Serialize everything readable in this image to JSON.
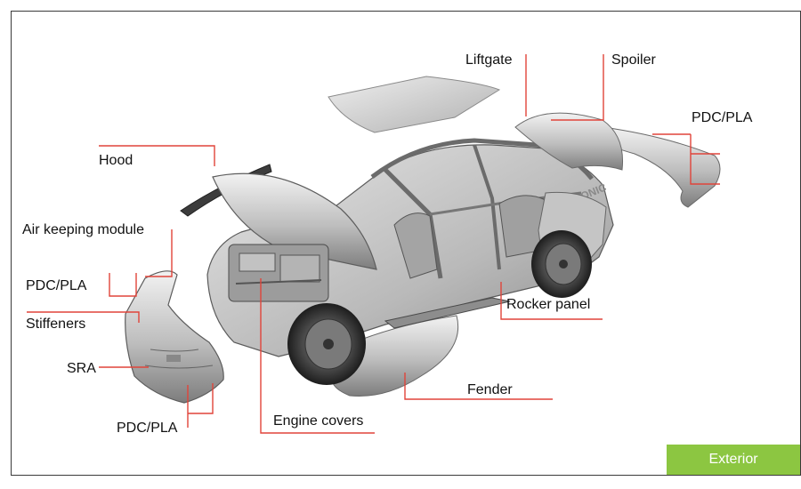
{
  "labels": {
    "liftgate": "Liftgate",
    "spoiler": "Spoiler",
    "pdc_pla_rear": "PDC/PLA",
    "hood": "Hood",
    "air_keeping_module": "Air keeping module",
    "pdc_pla_front_upper": "PDC/PLA",
    "stiffeners": "Stiffeners",
    "sra": "SRA",
    "pdc_pla_front_lower": "PDC/PLA",
    "engine_covers": "Engine covers",
    "rocker_panel": "Rocker panel",
    "fender": "Fender"
  },
  "brand_text": "TELSONIC",
  "tab": {
    "label": "Exterior"
  },
  "colors": {
    "leader_line": "#e0443a",
    "tab_background": "#8cc641",
    "body_panel": "#c9c9c9"
  }
}
